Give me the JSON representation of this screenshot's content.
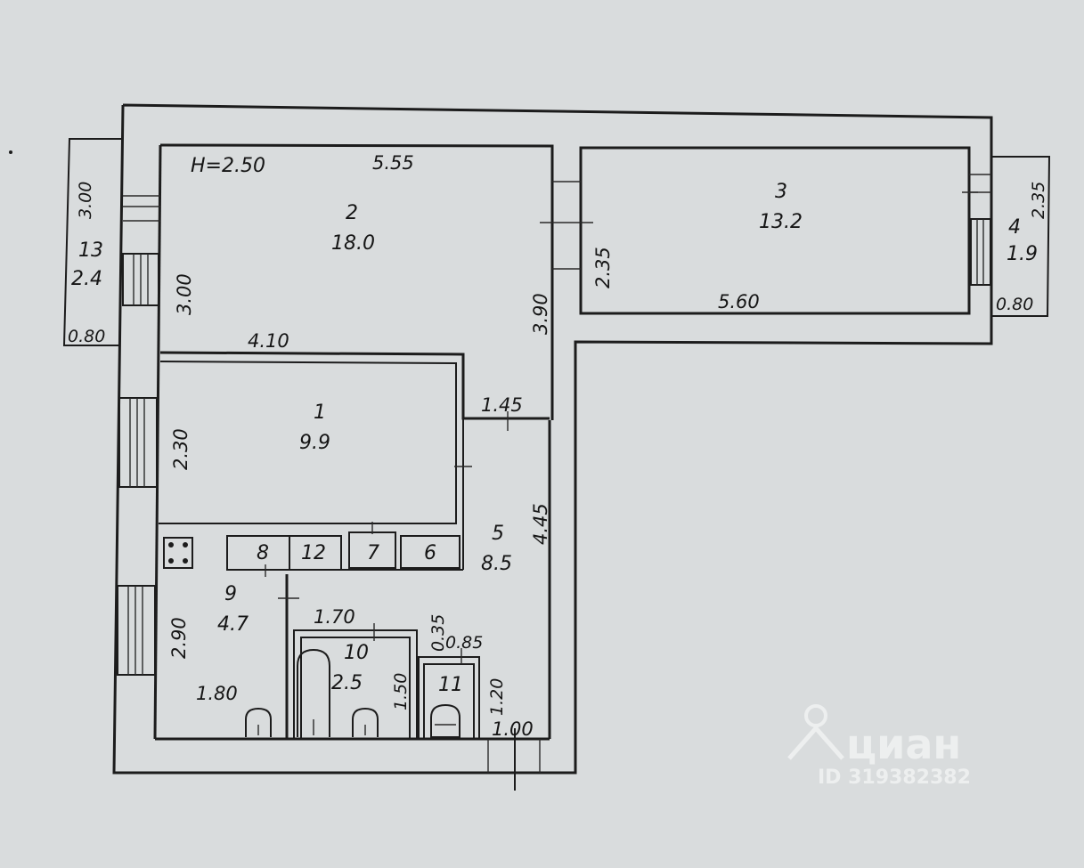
{
  "ceiling_height": "Н=2.50",
  "rooms": {
    "r1": {
      "number": "1",
      "area": "9.9"
    },
    "r2": {
      "number": "2",
      "area": "18.0"
    },
    "r3": {
      "number": "3",
      "area": "13.2"
    },
    "r4": {
      "number": "4",
      "area": "1.9"
    },
    "r5": {
      "number": "5",
      "area": "8.5"
    },
    "r6": {
      "number": "6"
    },
    "r7": {
      "number": "7"
    },
    "r8": {
      "number": "8"
    },
    "r9": {
      "number": "9",
      "area": "4.7"
    },
    "r10": {
      "number": "10",
      "area": "2.5"
    },
    "r11": {
      "number": "11"
    },
    "r12": {
      "number": "12"
    },
    "r13": {
      "number": "13",
      "area": "2.4"
    }
  },
  "dimensions": {
    "r2_width": "5.55",
    "r2_left": "3.00",
    "r2_right": "3.90",
    "r13_top": "3.00",
    "r13_bottom": "0.80",
    "r3_left": "2.35",
    "r3_bottom": "5.60",
    "r4_right": "2.35",
    "r4_bottom": "0.80",
    "r1_top": "4.10",
    "r1_left": "2.30",
    "corridor_top": "1.45",
    "corridor_right": "4.45",
    "r9_left": "2.90",
    "r9_bottom": "1.80",
    "r10_top": "1.70",
    "r10_right": "1.50",
    "r11_gap": "0.35",
    "r11_top": "0.85",
    "r11_right": "1.20",
    "entrance": "1.00"
  },
  "watermark": {
    "brand": "циан",
    "id_text": "ID 319382382"
  }
}
